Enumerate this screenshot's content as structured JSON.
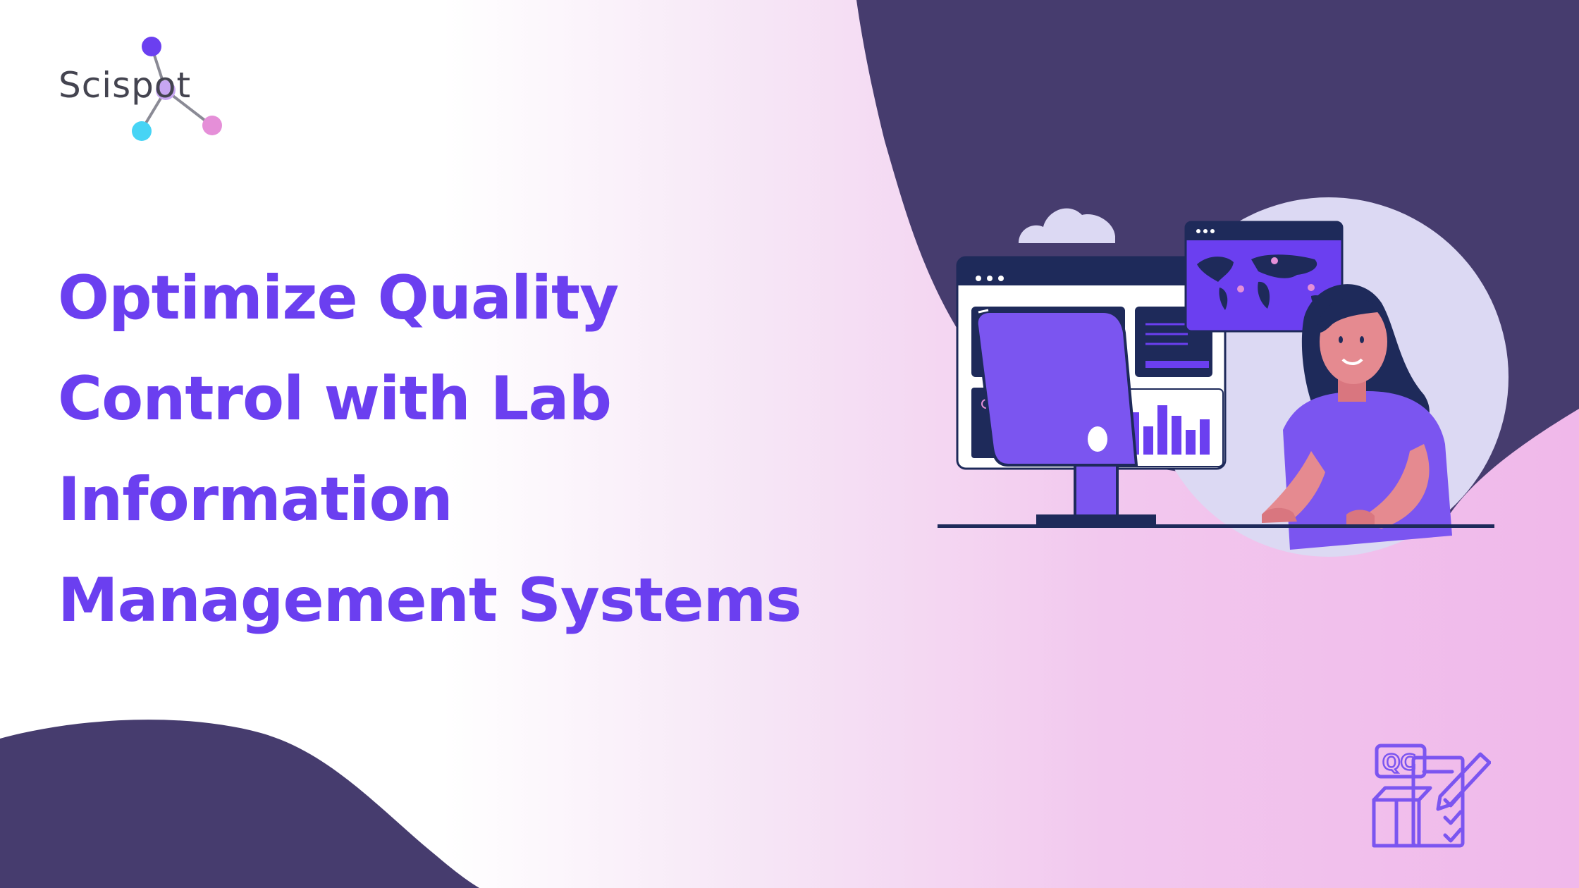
{
  "brand": {
    "logo_text": "Scispot",
    "logo_name": "scispot-molecule-logo"
  },
  "headline": {
    "lines": [
      "Optimize Quality",
      "Control with Lab",
      "Information",
      "Management Systems"
    ]
  },
  "illustration": {
    "qc_label": "QC",
    "icons": [
      "cloud-icon",
      "world-map-icon",
      "computer-monitor-icon",
      "qc-checklist-icon"
    ]
  },
  "colors": {
    "accent": "#6b3ff0",
    "navy": "#463c6e",
    "pink": "#f0b8ea",
    "cyan": "#47d4f5"
  }
}
